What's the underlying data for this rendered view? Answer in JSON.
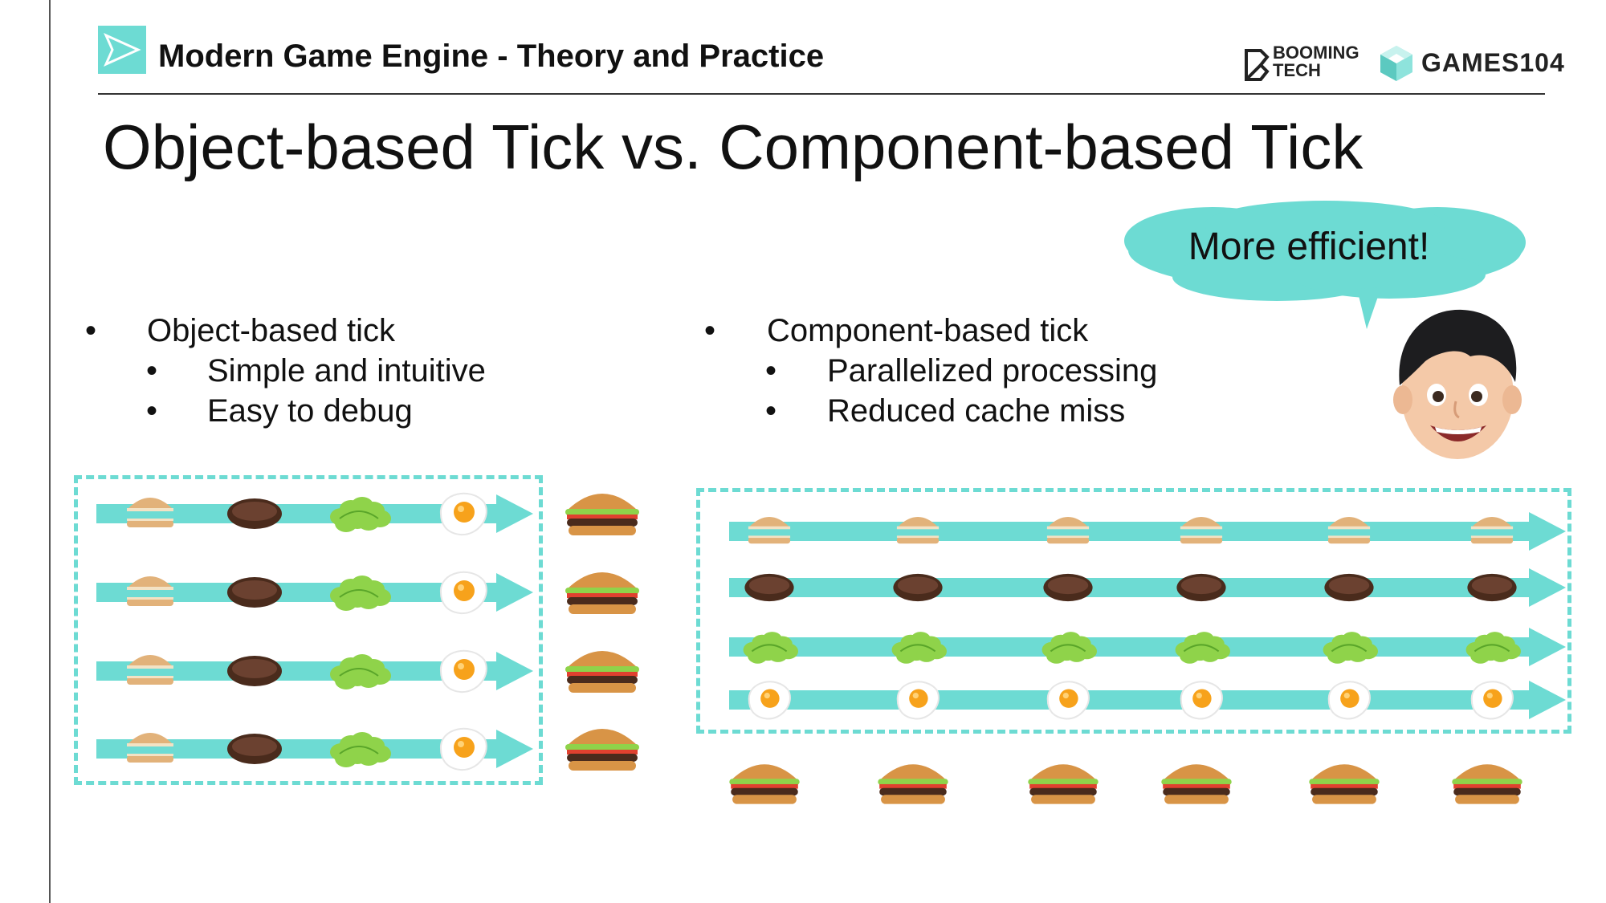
{
  "header": {
    "deck_title": "Modern Game Engine - Theory and Practice",
    "brand_booming_line1": "BOOMING",
    "brand_booming_line2": "TECH",
    "brand_games": "GAMES104"
  },
  "slide": {
    "title": "Object-based Tick vs. Component-based Tick"
  },
  "left_list": {
    "heading": "Object-based tick",
    "items": [
      "Simple and intuitive",
      "Easy to debug"
    ]
  },
  "right_list": {
    "heading": "Component-based tick",
    "items": [
      "Parallelized processing",
      "Reduced cache miss"
    ]
  },
  "bullet_glyph": "•",
  "speech_bubble": "More efficient!",
  "colors": {
    "accent": "#6ddbd3",
    "text": "#111111"
  },
  "icons": [
    "bun-icon",
    "patty-icon",
    "lettuce-icon",
    "egg-icon",
    "burger-icon",
    "avatar-icon",
    "arrow-icon"
  ]
}
